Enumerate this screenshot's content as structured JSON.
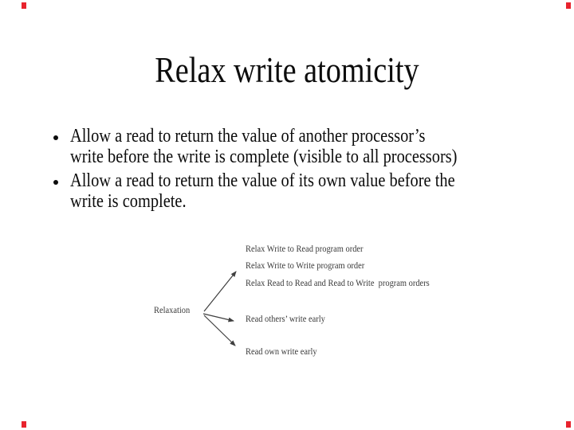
{
  "slide": {
    "title": "Relax write atomicity",
    "bullets": [
      {
        "lines": [
          "Allow a read to return the value of another processor’s",
          "write before the write is complete (visible to all processors)"
        ]
      },
      {
        "lines": [
          "Allow a read to return the value of its own value before the",
          "write is complete."
        ]
      }
    ]
  },
  "diagram": {
    "root_label": "Relaxation",
    "branches": [
      "Relax Write to Read program order",
      "Relax Write to Write program order",
      "Relax Read to Read and Read to Write  program orders",
      "Read others’ write early",
      "Read own write early"
    ]
  },
  "colors": {
    "background": "#ffffff",
    "body_text": "#0c0c0c",
    "diagram_text": "#3b3b3b",
    "arrow": "#3f3f3f",
    "corner_mark": "#e8232d"
  }
}
